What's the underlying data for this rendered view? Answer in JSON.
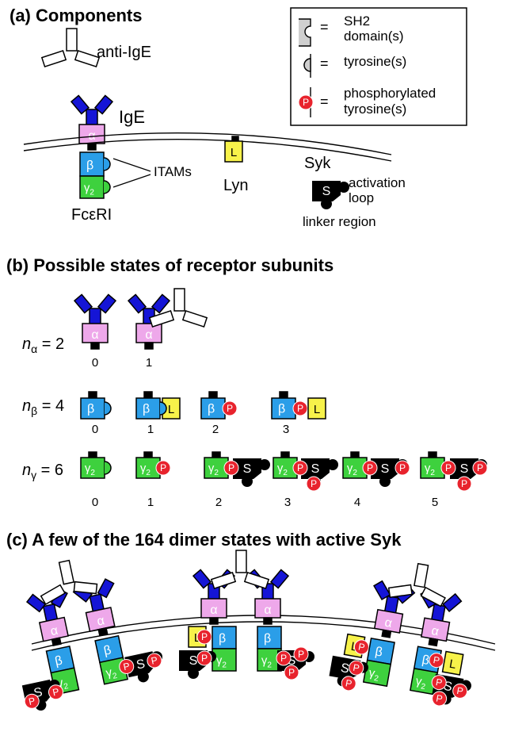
{
  "sections": {
    "a_title": "(a) Components",
    "b_title": "(b) Possible states of receptor subunits",
    "c_title": "(c) A few of the 164 dimer states with active Syk"
  },
  "components": {
    "anti_ige": "anti-IgE",
    "ige": "IgE",
    "itams": "ITAMs",
    "lyn": "Lyn",
    "lyn_letter": "L",
    "receptor": "FcεRI",
    "syk": "Syk",
    "syk_letter": "S",
    "activation_line1": "activation",
    "activation_line2": "loop",
    "linker": "linker region"
  },
  "subunits": {
    "alpha": "α",
    "beta": "β",
    "gamma": "γ",
    "gamma_sub": "2",
    "phospho": "P"
  },
  "legend": {
    "eq": "=",
    "sh2": [
      "SH2",
      "domain(s)"
    ],
    "tyrosine": [
      "tyrosine(s)"
    ],
    "phosphorylated": [
      "phosphorylated",
      "tyrosine(s)"
    ]
  },
  "state_counts": {
    "n_var": "n",
    "alpha_sub": "α",
    "beta_sub": "β",
    "gamma_sub": "γ",
    "alpha_rhs": "= 2",
    "beta_rhs": "= 4",
    "gamma_rhs": "= 6",
    "alpha_states": [
      "0",
      "1"
    ],
    "beta_states": [
      "0",
      "1",
      "2",
      "3"
    ],
    "gamma_states": [
      "0",
      "1",
      "2",
      "3",
      "4",
      "5"
    ]
  },
  "colors": {
    "ige": "#1515d6",
    "alpha": "#eea8ea",
    "beta": "#2b9ee8",
    "gamma": "#3ed13e",
    "lyn": "#f7f24a",
    "syk": "#000000",
    "phospho": "#e8232d",
    "sh2_fill": "#cfcfcf"
  }
}
